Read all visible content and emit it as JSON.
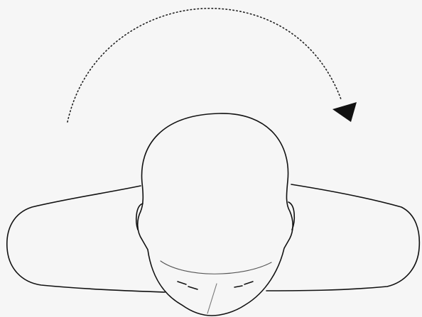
{
  "illustration": {
    "subject": "head-turn-right-line-drawing",
    "stroke_color": "#111111",
    "background_color": "#f6f6f6",
    "arrow_style": "dotted-arc-with-filled-triangle-head",
    "rotation_direction": "clockwise"
  }
}
